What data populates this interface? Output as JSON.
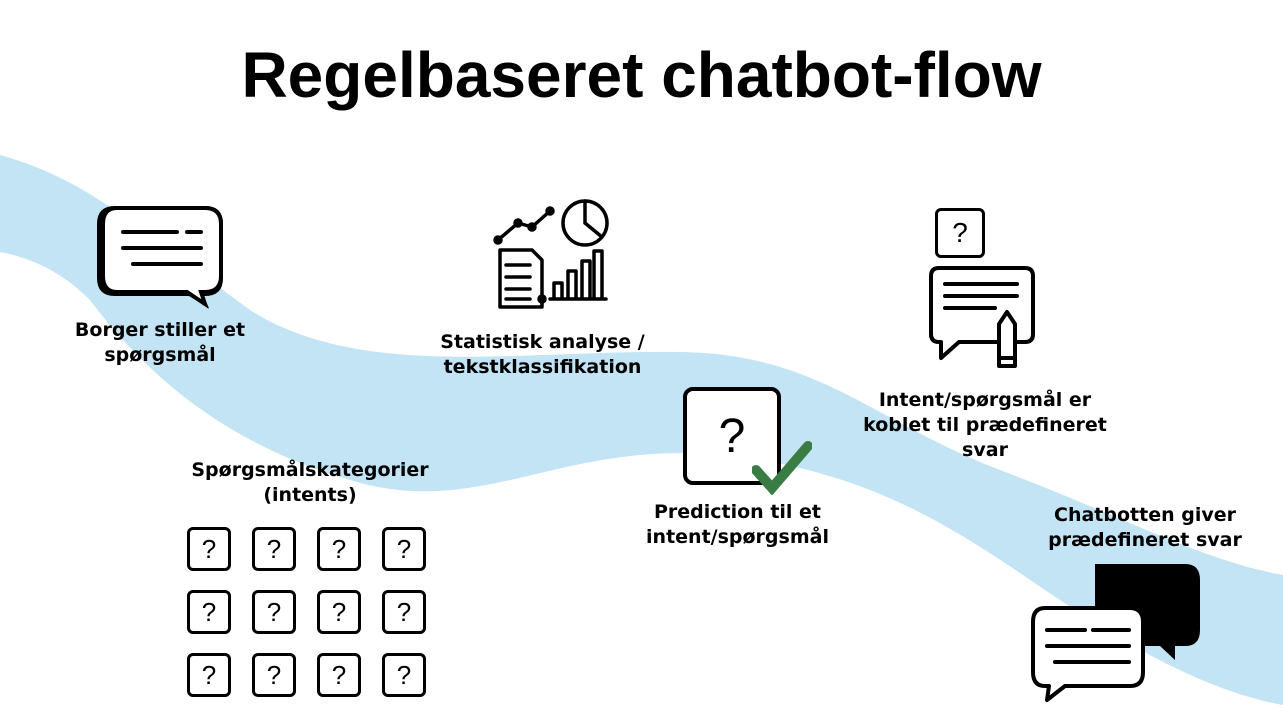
{
  "title": "Regelbaseret chatbot-flow",
  "steps": {
    "citizen": "Borger stiller et spørgsmål",
    "analysis": "Statistisk analyse / tekstklassifikation",
    "categories": "Spørgsmålskategorier (intents)",
    "prediction": "Prediction til et intent/spørgsmål",
    "linked": "Intent/spørgsmål er koblet til prædefineret svar",
    "answer": "Chatbotten giver prædefineret svar"
  },
  "question_mark": "?",
  "colors": {
    "band": "#c3e4f4",
    "check": "#3a7d44"
  }
}
